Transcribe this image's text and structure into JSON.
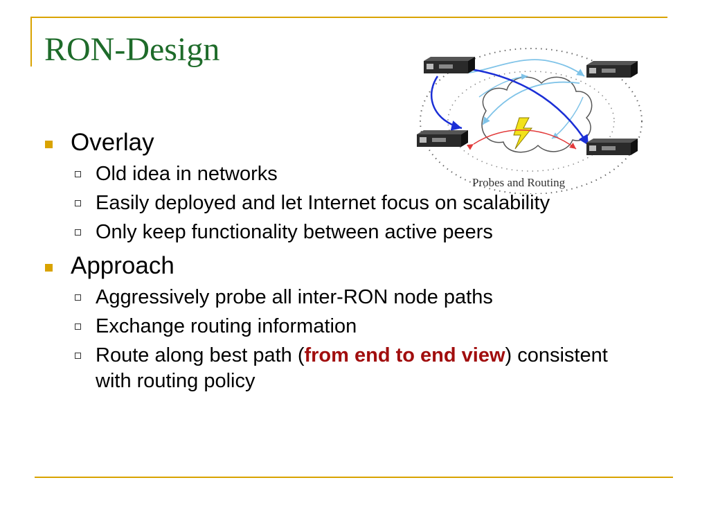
{
  "slide": {
    "title": "RON-Design",
    "diagram_caption": "Probes and Routing"
  },
  "bullets": [
    {
      "text": "Overlay",
      "sub": [
        {
          "text": "Old idea in networks"
        },
        {
          "text": "Easily deployed and let Internet focus on scalability"
        },
        {
          "text": "Only keep functionality between active peers"
        }
      ]
    },
    {
      "text": "Approach",
      "sub": [
        {
          "text": "Aggressively probe all inter-RON node paths"
        },
        {
          "text": "Exchange routing information"
        },
        {
          "pre": "Route along best path (",
          "highlight": "from end to end view",
          "post": ") consistent with routing policy"
        }
      ]
    }
  ],
  "colors": {
    "title": "#1e6b2a",
    "accent_line": "#d9a300",
    "highlight": "#a10e0e",
    "route_path": "#1b2fd6",
    "probe_path": "#7fc3e8",
    "failed_path": "#e23a3a",
    "lightning": "#f2e21a"
  }
}
